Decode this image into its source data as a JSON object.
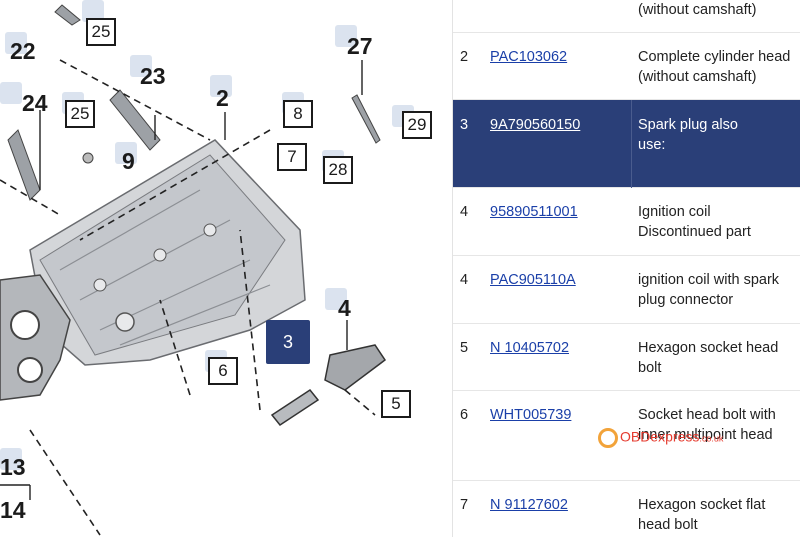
{
  "diagram": {
    "callouts_plain": [
      "22",
      "23",
      "24",
      "2",
      "9",
      "27",
      "4",
      "13",
      "14"
    ],
    "callouts_boxed": [
      "25",
      "25",
      "8",
      "7",
      "28",
      "29",
      "6",
      "5"
    ],
    "selected_callout": "3"
  },
  "parts_table": {
    "rows": [
      {
        "num": "",
        "part_number": "",
        "description": "(without camshaft)"
      },
      {
        "num": "2",
        "part_number": "PAC103062",
        "description": "Complete cylinder head (without camshaft)"
      },
      {
        "num": "3",
        "part_number": "9A790560150",
        "description": "Spark plug also use:"
      },
      {
        "num": "4",
        "part_number": "95890511001",
        "description": "Ignition coil Discontinued part"
      },
      {
        "num": "4",
        "part_number": "PAC905110A",
        "description": "ignition coil with spark plug connector"
      },
      {
        "num": "5",
        "part_number": "N 10405702",
        "description": "Hexagon socket head bolt"
      },
      {
        "num": "6",
        "part_number": "WHT005739",
        "description": "Socket head bolt with inner multipoint head"
      },
      {
        "num": "7",
        "part_number": "N 91127602",
        "description": "Hexagon socket flat head bolt"
      }
    ]
  },
  "watermark": {
    "text": "OBDexpress",
    "suffix": ".co.uk"
  },
  "colors": {
    "selected_row": "#2a3f78",
    "link": "#1a3fa8",
    "watermark": "#e53b2f"
  }
}
